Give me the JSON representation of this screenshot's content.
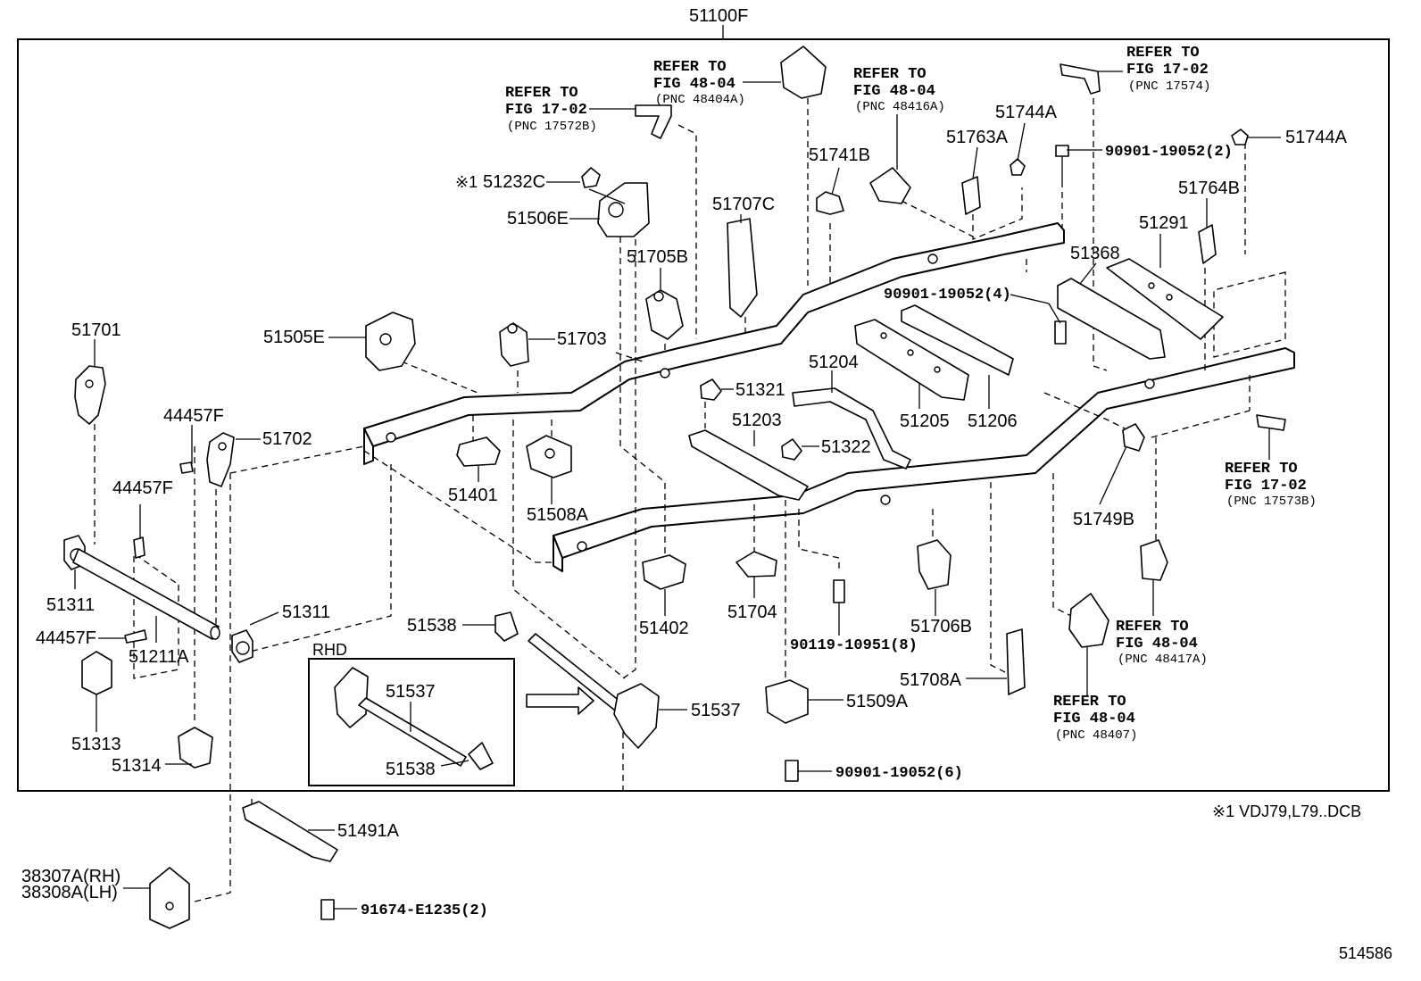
{
  "diagram": {
    "main_part": "51100F",
    "figure_id": "514586",
    "footnote": "※1  VDJ79,L79..DCB",
    "inset_title": "RHD",
    "parts": {
      "p51701": "51701",
      "p44457F_a": "44457F",
      "p44457F_b": "44457F",
      "p44457F_c": "44457F",
      "p51702": "51702",
      "p51311_a": "51311",
      "p51311_b": "51311",
      "p51211A": "51211A",
      "p51313": "51313",
      "p51314": "51314",
      "p51505E": "51505E",
      "p51506E": "51506E",
      "p51232C": "51232C",
      "mark51232C": "※1",
      "p51705B": "51705B",
      "p51703": "51703",
      "p51707C": "51707C",
      "p51741B": "51741B",
      "p51763A": "51763A",
      "p51744A_a": "51744A",
      "p51744A_b": "51744A",
      "p51764B": "51764B",
      "p51291": "51291",
      "p51368": "51368",
      "p51401": "51401",
      "p51508A": "51508A",
      "p51321": "51321",
      "p51203": "51203",
      "p51322": "51322",
      "p51204": "51204",
      "p51205": "51205",
      "p51206": "51206",
      "p51749B": "51749B",
      "p51402": "51402",
      "p51704": "51704",
      "p51706B": "51706B",
      "p51708A": "51708A",
      "p51509A": "51509A",
      "p51538_a": "51538",
      "p51538_b": "51538",
      "p51537_a": "51537",
      "p51537_b": "51537",
      "p51491A": "51491A",
      "p38307A": "38307A(RH)",
      "p38308A": "38308A(LH)",
      "bolt_90901_2": "90901-19052(2)",
      "bolt_90901_4": "90901-19052(4)",
      "bolt_90901_6": "90901-19052(6)",
      "bolt_90119_8": "90119-10951(8)",
      "bolt_91674_2": "91674-E1235(2)"
    },
    "references": {
      "r17572B": {
        "l1": "REFER TO",
        "l2": "FIG 17-02",
        "l3": "(PNC 17572B)"
      },
      "r48404A": {
        "l1": "REFER TO",
        "l2": "FIG 48-04",
        "l3": "(PNC 48404A)"
      },
      "r48416A": {
        "l1": "REFER TO",
        "l2": "FIG 48-04",
        "l3": "(PNC 48416A)"
      },
      "r17574": {
        "l1": "REFER TO",
        "l2": "FIG 17-02",
        "l3": "(PNC 17574)"
      },
      "r17573B": {
        "l1": "REFER TO",
        "l2": "FIG 17-02",
        "l3": "(PNC 17573B)"
      },
      "r48417A": {
        "l1": "REFER TO",
        "l2": "FIG 48-04",
        "l3": "(PNC 48417A)"
      },
      "r48407": {
        "l1": "REFER TO",
        "l2": "FIG 48-04",
        "l3": "(PNC 48407)"
      }
    }
  }
}
